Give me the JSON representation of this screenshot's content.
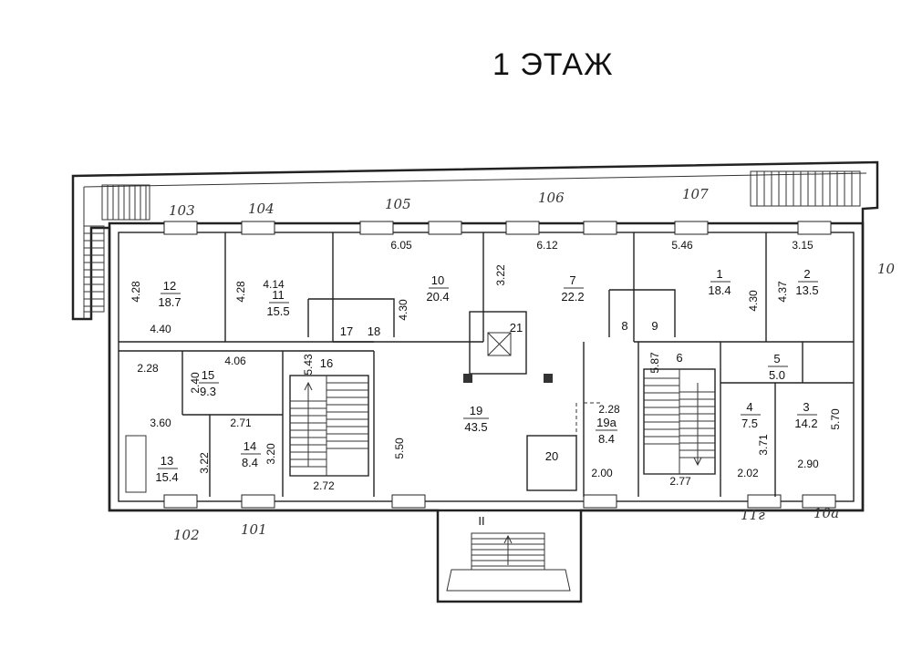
{
  "title": "1 ЭТАЖ",
  "rooms": [
    {
      "id": "room-1",
      "number": "1",
      "area": "18.4"
    },
    {
      "id": "room-2",
      "number": "2",
      "area": "13.5"
    },
    {
      "id": "room-3",
      "number": "3",
      "area": "14.2"
    },
    {
      "id": "room-4",
      "number": "4",
      "area": "7.5"
    },
    {
      "id": "room-5",
      "number": "5",
      "area": "5.0"
    },
    {
      "id": "room-6",
      "number": "6"
    },
    {
      "id": "room-7",
      "number": "7",
      "area": "22.2"
    },
    {
      "id": "room-8",
      "number": "8"
    },
    {
      "id": "room-9",
      "number": "9"
    },
    {
      "id": "room-10",
      "number": "10",
      "area": "20.4"
    },
    {
      "id": "room-11",
      "number": "11",
      "area": "15.5"
    },
    {
      "id": "room-12",
      "number": "12",
      "area": "18.7"
    },
    {
      "id": "room-13",
      "number": "13",
      "area": "15.4"
    },
    {
      "id": "room-14",
      "number": "14",
      "area": "8.4"
    },
    {
      "id": "room-15",
      "number": "15",
      "area": "9.3"
    },
    {
      "id": "room-16",
      "number": "16"
    },
    {
      "id": "room-17",
      "number": "17"
    },
    {
      "id": "room-18",
      "number": "18"
    },
    {
      "id": "room-19",
      "number": "19",
      "area": "43.5"
    },
    {
      "id": "room-19a",
      "number": "19а",
      "area": "8.4"
    },
    {
      "id": "room-20",
      "number": "20"
    },
    {
      "id": "room-21",
      "number": "21"
    }
  ],
  "dimensions": [
    "6.05",
    "6.12",
    "5.46",
    "3.15",
    "4.28",
    "4.40",
    "4.14",
    "4.28",
    "4.30",
    "3.22",
    "4.30",
    "4.37",
    "2.28",
    "4.06",
    "2.40",
    "5.43",
    "5.87",
    "3.60",
    "2.71",
    "3.22",
    "3.20",
    "2.72",
    "5.50",
    "2.28",
    "2.00",
    "2.77",
    "2.02",
    "3.71",
    "5.70",
    "2.90"
  ],
  "entrance_label": "II",
  "handwritten": [
    "103",
    "104",
    "105",
    "106",
    "107",
    "102",
    "101",
    "10",
    "11г",
    "10а"
  ]
}
